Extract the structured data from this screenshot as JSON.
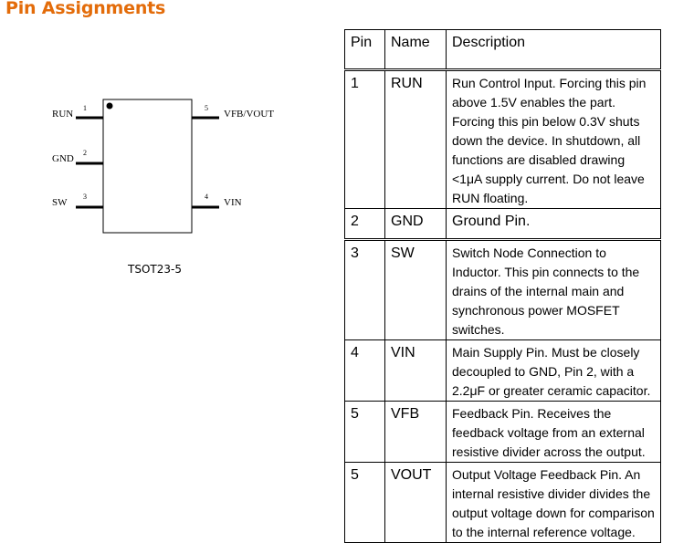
{
  "heading": "Pin Assignments",
  "package": {
    "name": "TSOT23-5",
    "left_pins": [
      {
        "number": "1",
        "label": "RUN"
      },
      {
        "number": "2",
        "label": "GND"
      },
      {
        "number": "3",
        "label": "SW"
      }
    ],
    "right_pins": [
      {
        "number": "5",
        "label": "VFB/VOUT"
      },
      {
        "number": "4",
        "label": "VIN"
      }
    ]
  },
  "table": {
    "headers": [
      "Pin",
      "Name",
      "Description"
    ],
    "rows": [
      {
        "pin": "1",
        "name": "RUN",
        "description": "Run Control Input. Forcing this pin above 1.5V enables the part. Forcing this pin below 0.3V shuts down the device. In shutdown, all functions are disabled drawing <1μA supply current. Do not leave RUN floating."
      },
      {
        "pin": "2",
        "name": "GND",
        "description": "Ground Pin."
      },
      {
        "pin": "3",
        "name": "SW",
        "description": "Switch Node Connection to Inductor. This pin connects to the drains of the internal main and synchronous power MOSFET switches."
      },
      {
        "pin": "4",
        "name": "VIN",
        "description": "Main Supply Pin. Must be closely decoupled to GND, Pin 2, with a 2.2μF or greater ceramic capacitor."
      },
      {
        "pin": "5",
        "name": "VFB",
        "description": "Feedback Pin. Receives the feedback voltage from an external resistive divider across the output."
      },
      {
        "pin": "5",
        "name": "VOUT",
        "description": "Output Voltage Feedback Pin. An internal resistive divider divides the output voltage down for comparison to the internal reference voltage."
      }
    ]
  }
}
